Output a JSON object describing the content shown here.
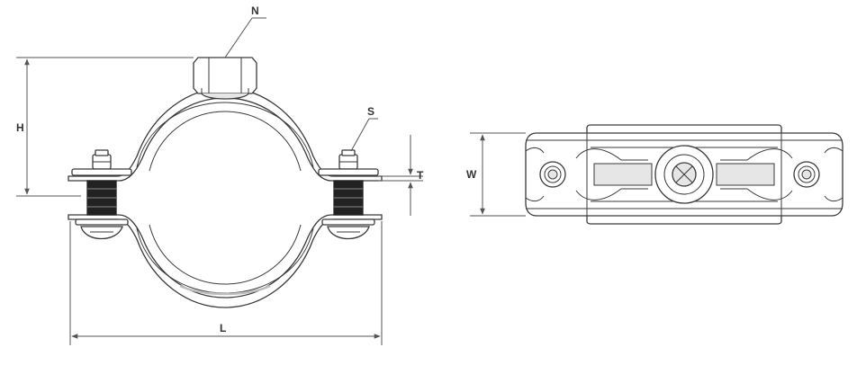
{
  "labels": {
    "nut": "N",
    "height": "H",
    "screw": "S",
    "thickness": "T",
    "width": "W",
    "length": "L"
  },
  "colors": {
    "line": "#3a3a3a",
    "dimension": "#555555",
    "fill": "#ffffff",
    "shade": "#e6e6e6",
    "dark": "#222222",
    "label": "#333333"
  }
}
